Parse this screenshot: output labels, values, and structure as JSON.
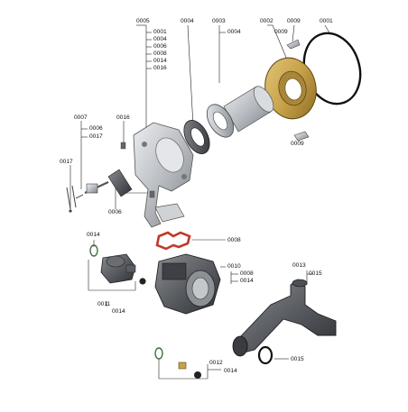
{
  "parts": {
    "p0001": "0001",
    "p0002": "0002",
    "p0003": "0003",
    "p0004": "0004",
    "p0005": "0005",
    "p0006": "0006",
    "p0007": "0007",
    "p0008": "0008",
    "p0009": "0009",
    "p0010": "0010",
    "p0011": "0011",
    "p0012": "0012",
    "p0013": "0013",
    "p0014": "0014",
    "p0015": "0015",
    "p0016": "0016",
    "p0017": "0017"
  },
  "colors": {
    "gasket_red": "#c0392b",
    "ring_gold": "#c8a24a",
    "metal_grey": "#b9bdc2",
    "dark_grey": "#4a4d52"
  }
}
